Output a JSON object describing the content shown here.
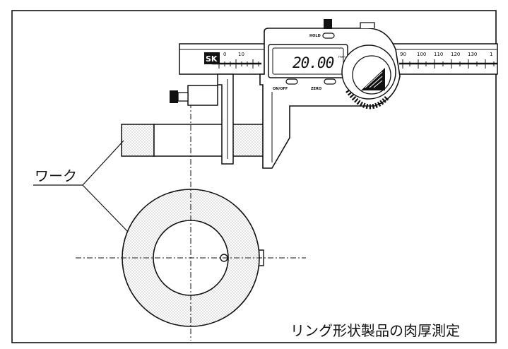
{
  "diagram": {
    "caption": "リング形状製品の肉厚測定",
    "callout_label": "ワーク"
  },
  "caliper": {
    "brand_mark": "SK",
    "display_reading": "20.00",
    "display_unit": "mm",
    "buttons": {
      "hold": "HOLD",
      "onoff": "ON/OFF",
      "zero": "ZERO"
    },
    "scale_left_labels": [
      "0",
      "10"
    ],
    "scale_right_labels": [
      "90",
      "100",
      "110",
      "120",
      "130",
      "1"
    ]
  },
  "colors": {
    "ink": "#111111",
    "dot_fill": "#7a7a7a",
    "background": "#ffffff"
  }
}
